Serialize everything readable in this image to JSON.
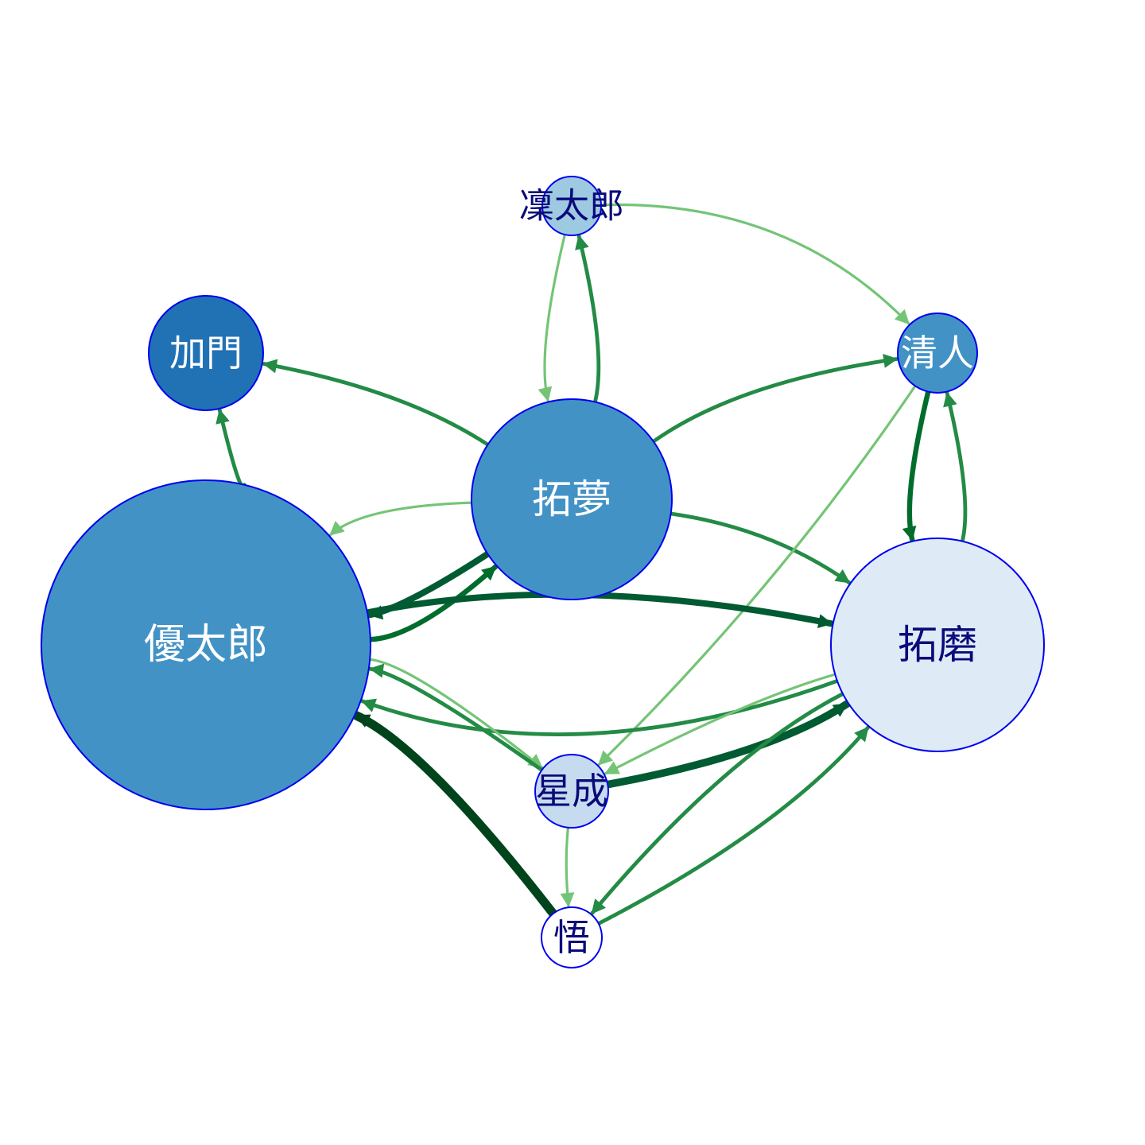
{
  "nodes": [
    {
      "id": "youtaro",
      "label": "優太郎",
      "fill": "#4292c6",
      "text_color": "#ffffff"
    },
    {
      "id": "kamon",
      "label": "加門",
      "fill": "#2171b5",
      "text_color": "#ffffff"
    },
    {
      "id": "rintaro",
      "label": "凜太郎",
      "fill": "#9ecae1",
      "text_color": "#0a0a7a"
    },
    {
      "id": "takumu",
      "label": "拓夢",
      "fill": "#4292c6",
      "text_color": "#ffffff"
    },
    {
      "id": "kiyoto",
      "label": "清人",
      "fill": "#4292c6",
      "text_color": "#ffffff"
    },
    {
      "id": "takuma",
      "label": "拓磨",
      "fill": "#deebf7",
      "text_color": "#0a0a7a"
    },
    {
      "id": "hoshinari",
      "label": "星成",
      "fill": "#c6dbef",
      "text_color": "#0a0a7a"
    },
    {
      "id": "satoru",
      "label": "悟",
      "fill": "#ffffff",
      "text_color": "#0a0a7a"
    }
  ],
  "node_stroke": "#0000ee",
  "edges": [
    {
      "from": "youtaro",
      "to": "kamon",
      "weight": 2,
      "color": "#238b45"
    },
    {
      "from": "youtaro",
      "to": "takumu",
      "weight": 3,
      "color": "#006d2c"
    },
    {
      "from": "takumu",
      "to": "youtaro",
      "weight": 1,
      "color": "#74c476"
    },
    {
      "from": "takumu",
      "to": "kamon",
      "weight": 2,
      "color": "#238b45"
    },
    {
      "from": "takumu",
      "to": "rintaro",
      "weight": 2,
      "color": "#238b45"
    },
    {
      "from": "rintaro",
      "to": "takumu",
      "weight": 1,
      "color": "#74c476"
    },
    {
      "from": "rintaro",
      "to": "kiyoto",
      "weight": 1,
      "color": "#74c476"
    },
    {
      "from": "takumu",
      "to": "kiyoto",
      "weight": 2,
      "color": "#238b45"
    },
    {
      "from": "takumu",
      "to": "takuma",
      "weight": 2,
      "color": "#238b45"
    },
    {
      "from": "takuma",
      "to": "kiyoto",
      "weight": 2,
      "color": "#238b45"
    },
    {
      "from": "kiyoto",
      "to": "takuma",
      "weight": 3,
      "color": "#006d2c"
    },
    {
      "from": "kiyoto",
      "to": "hoshinari",
      "weight": 1,
      "color": "#74c476"
    },
    {
      "from": "takumu",
      "to": "youtaro",
      "weight": 4,
      "color": "#005a32"
    },
    {
      "from": "youtaro",
      "to": "takuma",
      "weight": 4,
      "color": "#005a32"
    },
    {
      "from": "takuma",
      "to": "youtaro",
      "weight": 2,
      "color": "#238b45"
    },
    {
      "from": "youtaro",
      "to": "hoshinari",
      "weight": 1,
      "color": "#74c476"
    },
    {
      "from": "hoshinari",
      "to": "youtaro",
      "weight": 2,
      "color": "#238b45"
    },
    {
      "from": "hoshinari",
      "to": "takuma",
      "weight": 5,
      "color": "#005a32"
    },
    {
      "from": "takuma",
      "to": "hoshinari",
      "weight": 1,
      "color": "#74c476"
    },
    {
      "from": "hoshinari",
      "to": "satoru",
      "weight": 1,
      "color": "#74c476"
    },
    {
      "from": "satoru",
      "to": "takuma",
      "weight": 2,
      "color": "#238b45"
    },
    {
      "from": "takuma",
      "to": "satoru",
      "weight": 2,
      "color": "#238b45"
    },
    {
      "from": "satoru",
      "to": "youtaro",
      "weight": 6,
      "color": "#00441b"
    }
  ]
}
